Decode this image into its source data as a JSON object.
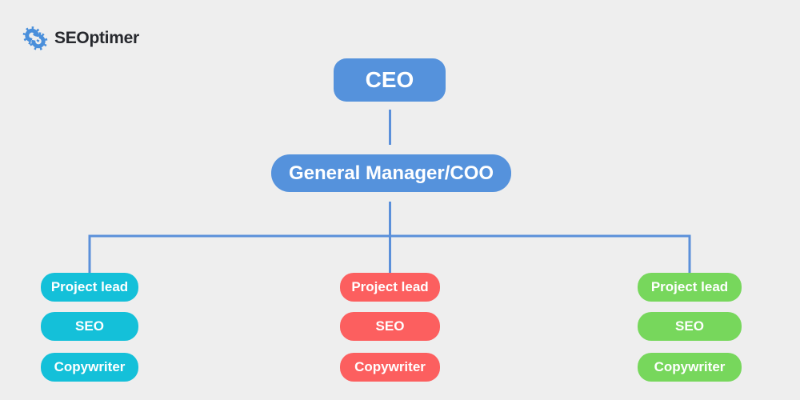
{
  "logo": {
    "brand": "SEOptimer"
  },
  "colors": {
    "background": "#eeeeee",
    "connector": "#5b90da",
    "executive": "#5592dc",
    "team_left": "#14c0d9",
    "team_middle": "#fc5f5f",
    "team_right": "#77d75c",
    "node_text": "#ffffff",
    "brand_text": "#26282d",
    "brand_icon": "#4a8fdb"
  },
  "org_chart": {
    "type": "org-chart",
    "root": {
      "label": "CEO"
    },
    "manager": {
      "label": "General Manager/COO"
    },
    "teams": [
      {
        "name": "team-1",
        "color": "#14c0d9",
        "roles": [
          "Project lead",
          "SEO",
          "Copywriter"
        ]
      },
      {
        "name": "team-2",
        "color": "#fc5f5f",
        "roles": [
          "Project lead",
          "SEO",
          "Copywriter"
        ]
      },
      {
        "name": "team-3",
        "color": "#77d75c",
        "roles": [
          "Project lead",
          "SEO",
          "Copywriter"
        ]
      }
    ]
  }
}
